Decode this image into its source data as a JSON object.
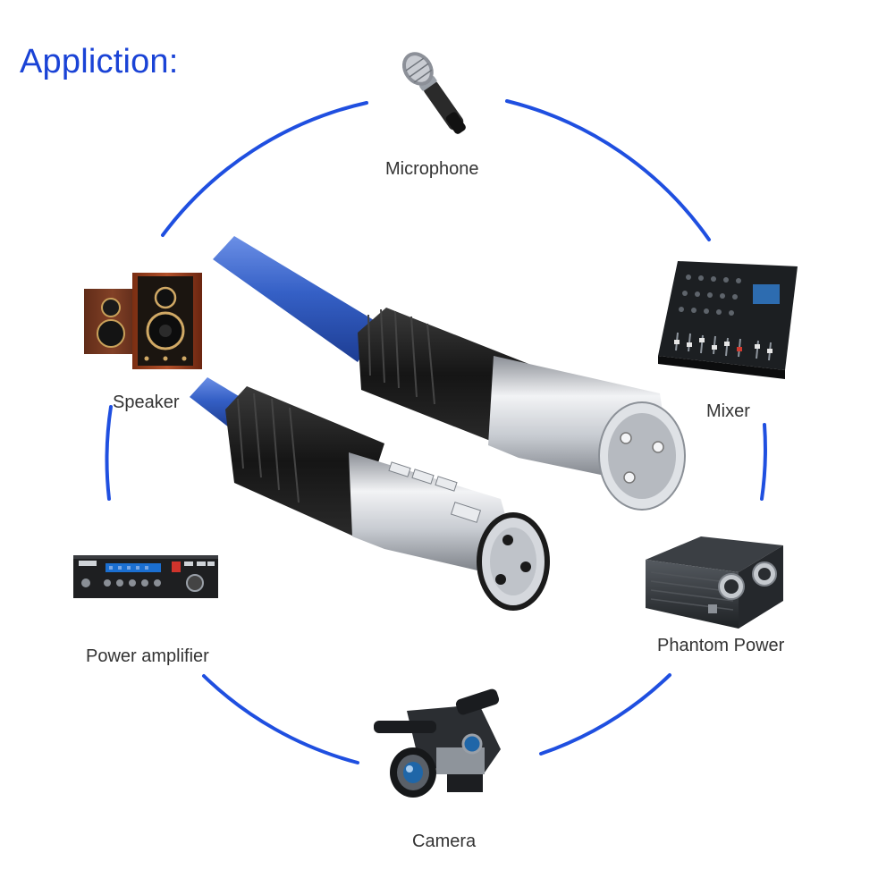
{
  "title": "Appliction:",
  "applications": [
    {
      "label": "Microphone",
      "icon": "microphone-icon"
    },
    {
      "label": "Speaker",
      "icon": "speaker-icon"
    },
    {
      "label": "Mixer",
      "icon": "mixer-icon"
    },
    {
      "label": "Power amplifier",
      "icon": "power-amplifier-icon"
    },
    {
      "label": "Phantom Power",
      "icon": "phantom-power-icon"
    },
    {
      "label": "Camera",
      "icon": "camera-icon"
    }
  ],
  "colors": {
    "ring": "#1f4fe0",
    "title": "#1a43d6",
    "cable": "#3560c6",
    "connector_metal": "#c9ccd1",
    "connector_boot": "#1b1b1b",
    "label": "#333333"
  }
}
